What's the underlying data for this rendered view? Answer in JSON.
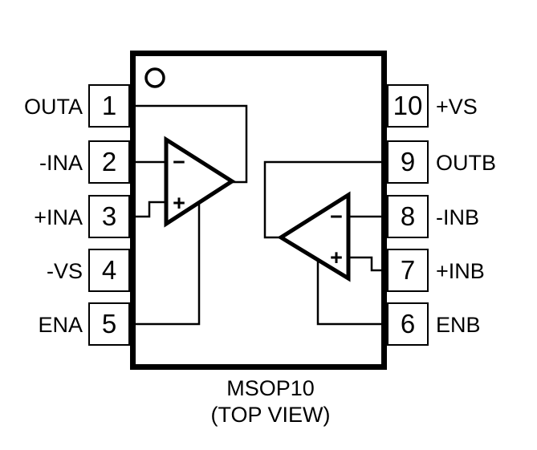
{
  "title": {
    "package": "MSOP10",
    "view": "(TOP VIEW)"
  },
  "pins_left": [
    {
      "number": "1",
      "label": "OUTA"
    },
    {
      "number": "2",
      "label": "-INA"
    },
    {
      "number": "3",
      "label": "+INA"
    },
    {
      "number": "4",
      "label": "-VS"
    },
    {
      "number": "5",
      "label": "ENA"
    }
  ],
  "pins_right": [
    {
      "number": "10",
      "label": "+VS"
    },
    {
      "number": "9",
      "label": "OUTB"
    },
    {
      "number": "8",
      "label": "-INB"
    },
    {
      "number": "7",
      "label": "+INB"
    },
    {
      "number": "6",
      "label": "ENB"
    }
  ],
  "opamp_a": {
    "inverting_symbol": "−",
    "noninverting_symbol": "+"
  },
  "opamp_b": {
    "inverting_symbol": "−",
    "noninverting_symbol": "+"
  },
  "colors": {
    "line": "#000000",
    "background": "#ffffff"
  }
}
